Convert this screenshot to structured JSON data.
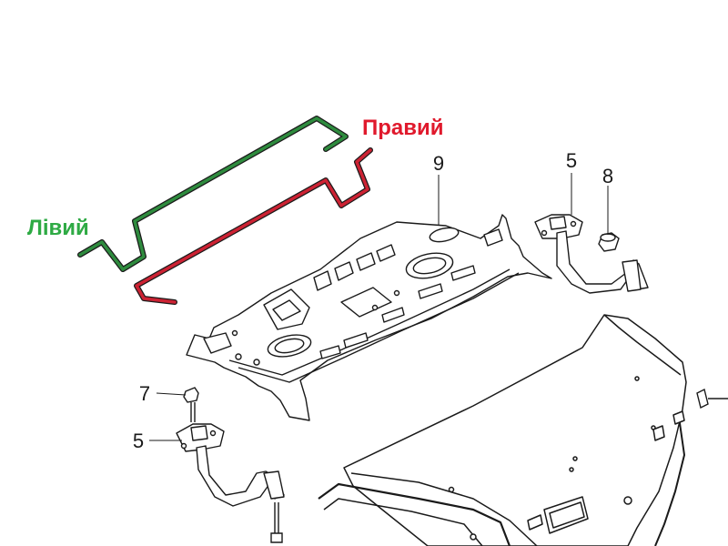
{
  "diagram": {
    "labels": {
      "left": "Лівий",
      "right": "Правий"
    },
    "callouts": {
      "n9": "9",
      "n5_top": "5",
      "n8": "8",
      "n7": "7",
      "n5_left": "5"
    },
    "colors": {
      "left_strut": "#2e8b3e",
      "right_strut": "#cc2233",
      "left_label": "#2eaa44",
      "right_label": "#e0192c",
      "line": "#1a1a1a"
    }
  }
}
